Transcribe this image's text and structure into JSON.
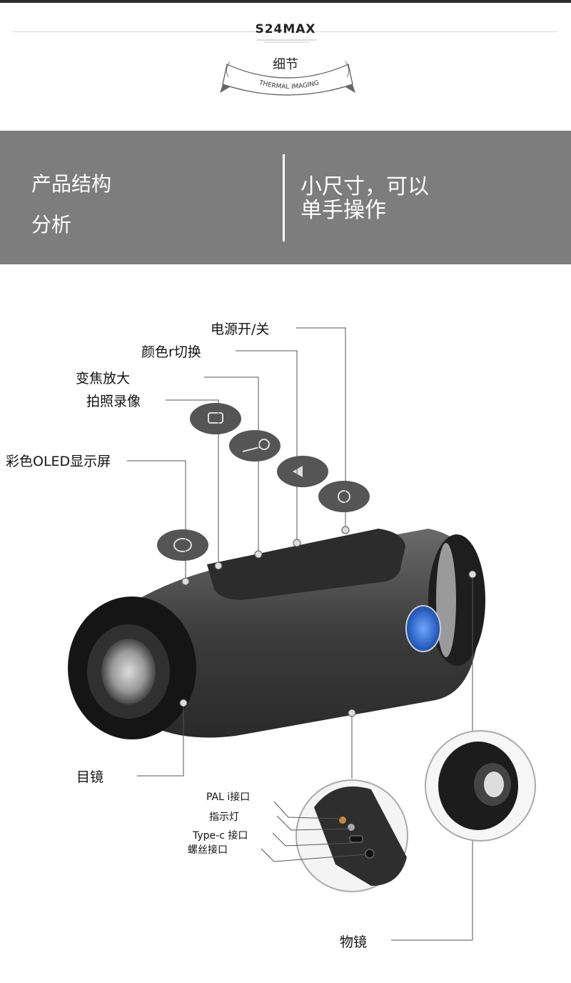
{
  "header": {
    "brand": "S24MAX",
    "ribbon_title": "细节",
    "ribbon_subtitle": "THERMAL IMAGING"
  },
  "banner": {
    "left_line1": "产品结构",
    "left_line2": "分析",
    "right_line1": "小尺寸，可以",
    "right_line2": "单手操作"
  },
  "callouts": {
    "power": "电源开/关",
    "color_switch": "颜色r切换",
    "zoom": "变焦放大",
    "photo_record": "拍照录像",
    "oled": "彩色OLED显示屏",
    "eyepiece": "目镜",
    "objective": "物镜"
  },
  "ports": {
    "pal": "PAL i接口",
    "indicator": "指示灯",
    "typec": "Type-c 接口",
    "screw": "螺丝接口"
  },
  "colors": {
    "band": "#7d7d7d",
    "device_body": "#4a4a4a",
    "logo_blue": "#2b6fd6"
  }
}
